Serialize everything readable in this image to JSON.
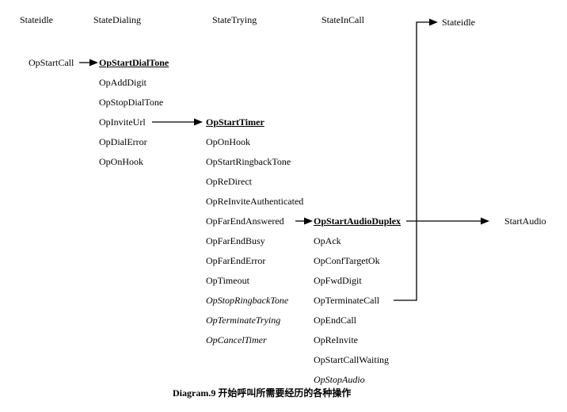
{
  "headers": [
    {
      "label": "Stateidle"
    },
    {
      "label": "StateDialing"
    },
    {
      "label": "StateTrying"
    },
    {
      "label": "StateInCall"
    },
    {
      "label": "Stateidle"
    }
  ],
  "idle": {
    "ops": [
      {
        "label": "OpStartCall"
      }
    ]
  },
  "dialing": {
    "ops": [
      {
        "label": "OpStartDialTone"
      },
      {
        "label": "OpAddDigit"
      },
      {
        "label": "OpStopDialTone"
      },
      {
        "label": "OpInviteUrl"
      },
      {
        "label": "OpDialError"
      },
      {
        "label": "OpOnHook"
      }
    ]
  },
  "trying": {
    "ops": [
      {
        "label": "OpStartTimer"
      },
      {
        "label": "OpOnHook"
      },
      {
        "label": "OpStartRingbackTone"
      },
      {
        "label": "OpReDirect"
      },
      {
        "label": "OpReInviteAuthenticated"
      },
      {
        "label": "OpFarEndAnswered"
      },
      {
        "label": "OpFarEndBusy"
      },
      {
        "label": "OpFarEndError"
      },
      {
        "label": "OpTimeout"
      },
      {
        "label": "OpStopRingbackTone"
      },
      {
        "label": "OpTerminateTrying"
      },
      {
        "label": "OpCancelTimer"
      }
    ]
  },
  "incall": {
    "ops": [
      {
        "label": "OpStartAudioDuplex"
      },
      {
        "label": "OpAck"
      },
      {
        "label": "OpConfTargetOk"
      },
      {
        "label": "OpFwdDigit"
      },
      {
        "label": "OpTerminateCall"
      },
      {
        "label": "OpEndCall"
      },
      {
        "label": "OpReInvite"
      },
      {
        "label": "OpStartCallWaiting"
      },
      {
        "label": "OpStopAudio"
      }
    ]
  },
  "result": {
    "label": "StartAudio"
  },
  "caption": "Diagram.9 开始呼叫所需要经历的各种操作"
}
